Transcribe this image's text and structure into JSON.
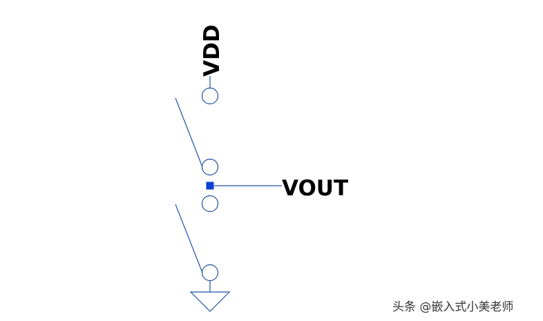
{
  "labels": {
    "vdd": "VDD",
    "vout": "VOUT"
  },
  "watermark": "头条 @嵌入式小美老师",
  "colors": {
    "wire": "#1f4fa0",
    "node": "#0b3fd6",
    "label": "#000000",
    "background": "#ffffff"
  }
}
